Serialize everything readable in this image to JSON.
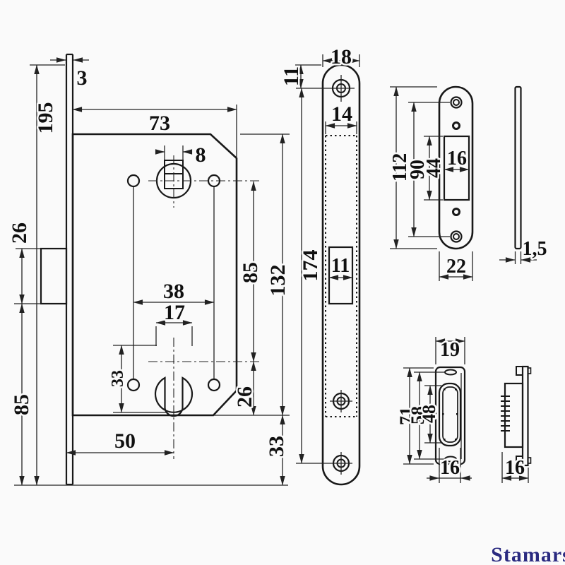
{
  "views": {
    "body": {
      "dims": {
        "faceplate_thickness": "3",
        "faceplate_height": "195",
        "width": "73",
        "spindle_square": "8",
        "latch_height": "26",
        "latch_to_bottom": "85",
        "screw_spacing": "38",
        "cylinder_width": "17",
        "cylinder_side_offset": "33",
        "follower_to_cylinder": "85",
        "height": "132",
        "cylinder_to_bottom": "26",
        "backset": "50",
        "bottom_offset": "33"
      }
    },
    "faceplate": {
      "dims": {
        "width": "18",
        "hole_offset": "11",
        "body_width": "14",
        "hole_span": "174",
        "latch_window": "11"
      }
    },
    "strike": {
      "dims": {
        "height": "112",
        "hole_span": "90",
        "opening_height": "44",
        "opening_width": "16",
        "width": "22",
        "thickness": "1,5"
      }
    },
    "keeper": {
      "dims": {
        "flange_width": "19",
        "height": "71",
        "slot_span": "58",
        "recess_height": "48",
        "recess_width": "16",
        "depth": "16"
      }
    }
  },
  "watermark": {
    "text": "Stamars",
    "color": "#2a2a80"
  },
  "colors": {
    "line": "#181818",
    "background": "#fafafa"
  }
}
